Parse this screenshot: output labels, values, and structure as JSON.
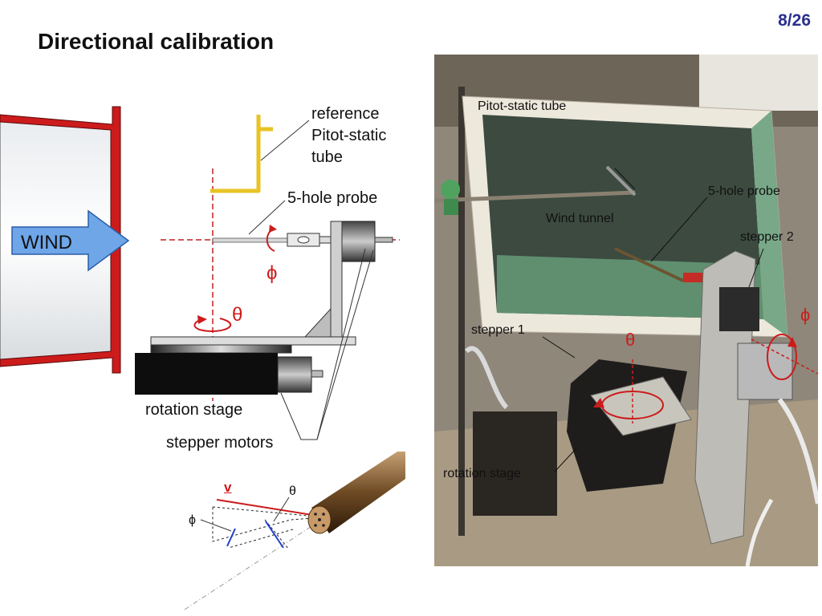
{
  "page_number": "8/26",
  "title": "Directional calibration",
  "diagram": {
    "wind_label": "WIND",
    "reference_tube_label": [
      "reference",
      "Pitot-static",
      "tube"
    ],
    "probe_label": "5-hole probe",
    "theta_symbol": "θ",
    "phi_symbol": "ϕ",
    "rotation_stage_label": "rotation stage",
    "stepper_motors_label": "stepper motors"
  },
  "vector_diagram": {
    "velocity_label": "v",
    "theta_symbol": "θ",
    "phi_symbol": "ϕ"
  },
  "photo_labels": {
    "pitot_tube": "Pitot-static tube",
    "probe": "5-hole probe",
    "wind_tunnel": "Wind tunnel",
    "stepper_2": "stepper 2",
    "stepper_1": "stepper 1",
    "rotation_stage": "rotation stage",
    "theta_symbol": "θ",
    "phi_symbol": "ϕ"
  },
  "colors": {
    "accent_red": "#cc1b1b",
    "wind_arrow": "#6ea6e8",
    "pitot_yellow": "#e8c323",
    "page_number": "#2a2f8f"
  }
}
